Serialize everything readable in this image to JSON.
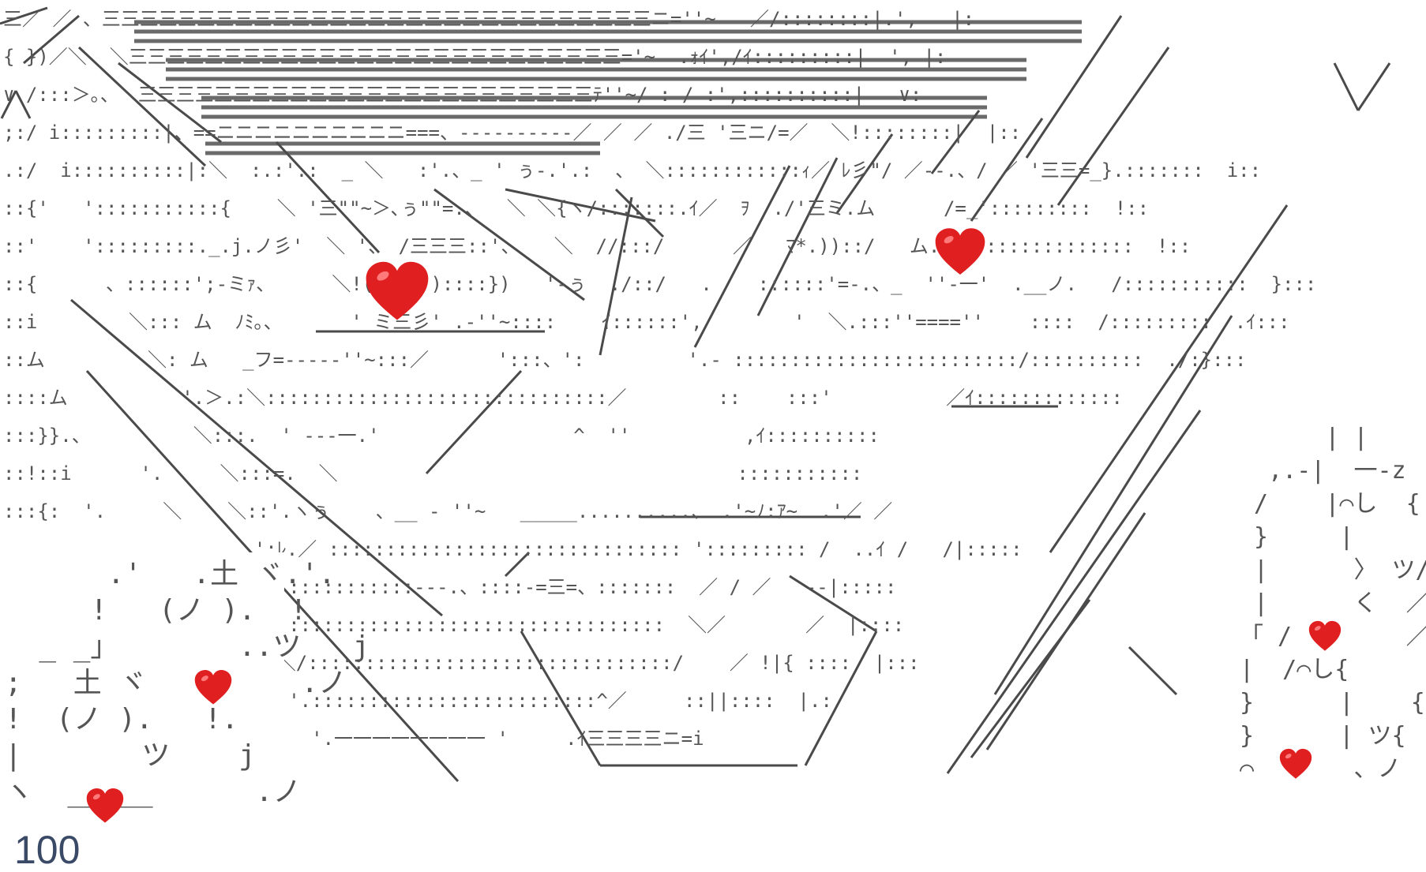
{
  "art": {
    "main": [
      "三／ ／ 、三三三三三三三三三三三三三三三三三三三三三三三三三三三三三ニ=''~   ／/::::::::|.',   |:",
      "{ })／＼  ＼三三三三三三三三三三三三三三三三三三三三三三三三三三='~  .ｫｲ',/ｲ:::::::::|  ', |:",
      "∨ /:::＞｡、＼三三三三三三三三三三三三三三三三三三三三三三三三ﾃ''~/ : / :',::::::::::|   ∨:",
      ";:/ i:::::::::|、==ニニニニニニニニニニ===、-‐-‐-‐-‐-‐／ ／ ／ ./三 '三ニ/=／  ＼!::::::::|  |::",
      ".:/  i::::::::::|:＼  :.:'.:  _ ＼   :'.、_ ' ぅ-.'.:  、 ＼::::::::::::ｨ／ ﾚ彡\"/ ／--.、/ ／ '三三=_}.:::::::  i::",
      "::{'   ':::::::::::{    ＼ '三\"\"~＞､ぅ\"\"=.、  ＼ ＼{ヽ/:::::::.ｲ／  ｦ  ./'三ミ.ム      /=_':::::::::  !::",
      "::'    ':::::::::._.j.ノ彡'  ＼ '、 /三三三::'、   ＼  //:::/      ／   ﾏ*.))::/   ム.   /:::::::::::::  !::",
      "::{      、::::::';-ミｧ、     ＼!(( ◯ ))::::})   '‐ぅ  ./::/   .    ::::::'=‐.、_  ''‐一'  .__ノ.   /:::::::::::  }:::",
      "::i        ＼::: ム  ﾉﾐ｡、      ' ミ三彡' .-''~::::    ｲ::::::',        '  ＼.:::''====''    ::::  /:::::::::  .ｲ:::",
      "::ム         ＼: ム   _フ=‐‐‐‐‐''~:::／      ':::、':         '.- :::::::::::::::::::::::::/::::::::::  ./:}:::",
      "::::ム          '.＞.:＼::::::::::::::::::::::::::::::／        ::    :::'          ／ｲ:::::::::::::",
      ":::}}.、         ＼:::.  ' ‐‐‐一.'                 ^  ''          ,ｲ::::::::::",
      "::!::i      '.     ＼:::=.  ＼                                   :::::::::::",
      ":::{:  '.     ＼    ＼::'.ヽぅ    、__ - ''~   _____..........、 .'~ﾉ:ｱ~  .'／ ／",
      "                      ':ﾚ.／ ::::::::::::::::::::::::::::::: '::::::::: /  ..ｲ /   /|:::::",
      "                       '::::::::::::‐‐‐.、::::‐=三=、:::::::  ／ / ／   ‐‐|:::::",
      "                     >   :::::::::::::::::::::::::::::::::  ＼／       ／  |::::",
      "                       .＼/::::::::::::::::::::::::::::::::/    ／ !|{ ::::  |:::",
      "                         '.:::::::::::::::::::::::::^／     ::||::::  |.:",
      "                           '.一一一一一一一一 '     .ｲ三三三三ニ=i"
    ],
    "left_panel": [
      "      .'   .土 ヾ.'.",
      "     !   (ノ ).  !",
      "  _ _」       ..ツ   j",
      ";   土 ヾ         .ノ",
      "!  (ノ ).   !.",
      "|       ツ    j",
      "ヽ  _____      .ノ",
      "100"
    ],
    "right_panel": [
      "      | |",
      "  ,.-|  一-z",
      " /    |⌒し  {",
      " }     |     :'",
      " |      〉 ツ/",
      " |      く  ／",
      "「 /        ／",
      "|  /⌒し{",
      "}      |    {",
      "}      | ツ{",
      "⌒       、ノ"
    ]
  },
  "colors": {
    "ink": "#555555",
    "heart": "#e02020",
    "heart_highlight": "#ff6a6a",
    "background": "#ffffff"
  },
  "icons": [
    "heart-icon"
  ]
}
